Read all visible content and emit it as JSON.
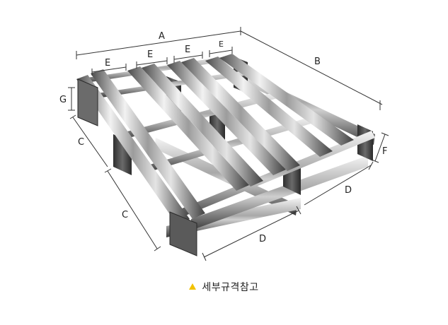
{
  "dimensions": {
    "A": "A",
    "B": "B",
    "C_upper": "C",
    "C_lower": "C",
    "D_right": "D",
    "D_front": "D",
    "E1": "E",
    "E2": "E",
    "E3": "E",
    "E4": "E",
    "F": "F",
    "G": "G"
  },
  "caption": {
    "text": "세부규격참고",
    "marker_color": "#f2c200"
  },
  "colors": {
    "metal_light": "#e8e8e8",
    "metal_mid": "#9a9a9a",
    "metal_dark": "#3d3d3d",
    "line": "#333333"
  }
}
